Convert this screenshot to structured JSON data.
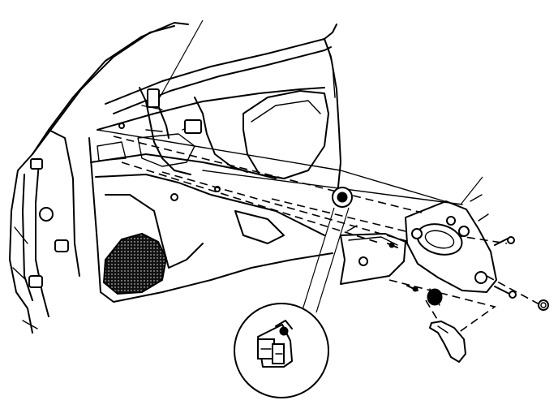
{
  "diagram": {
    "parts": [
      {
        "id": "door-frame",
        "name": "door-frame"
      },
      {
        "id": "door-panel",
        "name": "door-inner-panel"
      },
      {
        "id": "speaker",
        "name": "speaker-grille"
      },
      {
        "id": "wiring",
        "name": "wiring-harness"
      },
      {
        "id": "mirror-patch",
        "name": "mirror-mounting-patch"
      },
      {
        "id": "mirror-trim",
        "name": "mirror-trim-cover"
      },
      {
        "id": "mirror-base",
        "name": "mirror-base-bracket"
      },
      {
        "id": "bolts",
        "name": "mounting-bolts"
      },
      {
        "id": "nut",
        "name": "mounting-nut"
      },
      {
        "id": "gasket",
        "name": "mirror-gasket"
      },
      {
        "id": "detail-inset",
        "name": "connector-detail-inset"
      }
    ]
  }
}
